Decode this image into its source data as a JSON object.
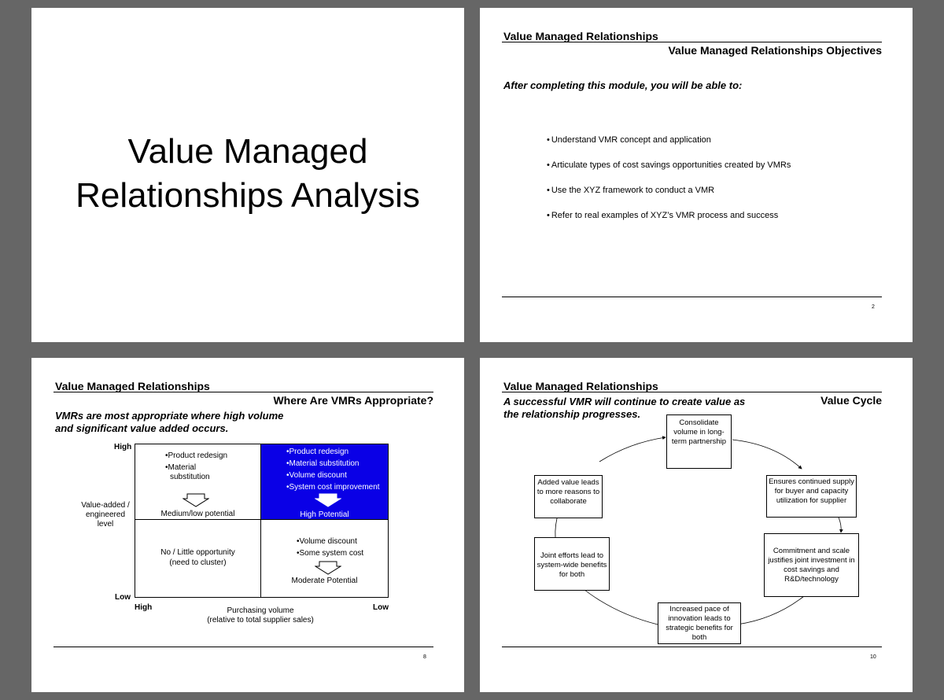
{
  "slide1": {
    "title_line1": "Value Managed",
    "title_line2": "Relationships Analysis"
  },
  "slide2": {
    "header": "Value Managed Relationships",
    "subtitle": "Value Managed Relationships Objectives",
    "intro": "After completing this module, you will be able to:",
    "bullets": [
      "Understand VMR concept and application",
      "Articulate types of cost savings opportunities created by VMRs",
      "Use the XYZ framework to conduct a VMR",
      "Refer to real examples of XYZ’s VMR process and success"
    ],
    "page_number": "2"
  },
  "slide3": {
    "header": "Value Managed Relationships",
    "subtitle": "Where Are VMRs Appropriate?",
    "intro_line1": "VMRs are most appropriate where high volume",
    "intro_line2": "and significant value added occurs.",
    "y_high": "High",
    "y_low": "Low",
    "y_label_line1": "Value-added /",
    "y_label_line2": "engineered",
    "y_label_line3": "level",
    "x_high": "High",
    "x_low": "Low",
    "x_label_line1": "Purchasing volume",
    "x_label_line2": "(relative to total supplier sales)",
    "top_left": {
      "bullets": [
        "Product redesign",
        "Material",
        "substitution"
      ],
      "label": "Medium/low potential"
    },
    "top_right": {
      "bullets": [
        "Product redesign",
        "Material substitution",
        "Volume discount",
        "System cost improvement"
      ],
      "label": "High Potential",
      "color": "#0a00e6"
    },
    "bottom_left": {
      "line1": "No / Little opportunity",
      "line2": "(need to cluster)"
    },
    "bottom_right": {
      "bullets": [
        "Volume discount",
        "Some system cost"
      ],
      "label": "Moderate Potential"
    },
    "page_number": "8"
  },
  "slide4": {
    "header": "Value Managed Relationships",
    "subtitle": "Value Cycle",
    "intro_line1": "A successful VMR will continue to create value as",
    "intro_line2": "the relationship progresses.",
    "boxes": {
      "top": [
        "Consolidate",
        "volume in long-",
        "term partnership"
      ],
      "right_top": [
        "Ensures continued supply",
        "for buyer and capacity",
        "utilization for supplier"
      ],
      "right_bottom": [
        "Commitment and scale",
        "justifies joint investment in",
        "cost savings and",
        "R&D/technology"
      ],
      "bottom": [
        "Increased pace of",
        "innovation leads to",
        "strategic benefits for",
        "both"
      ],
      "left_bottom": [
        "Joint efforts lead to",
        "system-wide benefits",
        "for both"
      ],
      "left_top": [
        "Added value leads",
        "to more reasons to",
        "collaborate"
      ]
    },
    "page_number": "10"
  }
}
